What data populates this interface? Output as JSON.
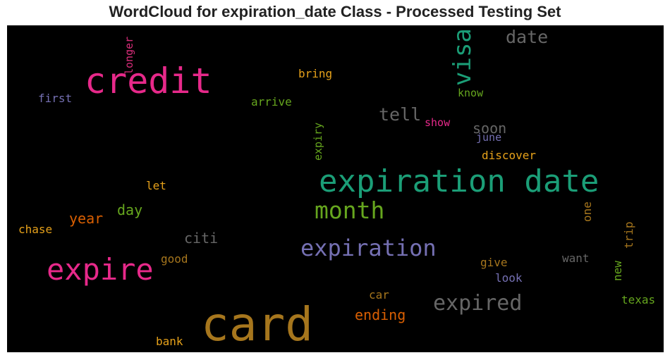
{
  "title": "WordCloud for expiration_date Class - Processed Testing Set",
  "background": "#000000",
  "palette": {
    "pink": "#e7298a",
    "magenta": "#d92d7a",
    "teal": "#1b9e77",
    "gold": "#a6761d",
    "orange": "#d95f02",
    "amber": "#e6a11a",
    "green": "#66a61e",
    "purple": "#7570b3",
    "gray": "#666666"
  },
  "words": {
    "card": "card",
    "expiration_date": "expiration date",
    "credit": "credit",
    "expire": "expire",
    "expiration": "expiration",
    "month": "month",
    "visa": "visa",
    "expired": "expired",
    "date": "date",
    "tell": "tell",
    "citi": "citi",
    "year": "year",
    "day": "day",
    "ending": "ending",
    "soon": "soon",
    "bring": "bring",
    "arrive": "arrive",
    "first": "first",
    "longer": "longer",
    "know": "know",
    "show": "show",
    "expiry": "expiry",
    "june": "june",
    "discover": "discover",
    "let": "let",
    "chase": "chase",
    "good": "good",
    "one": "one",
    "trip": "trip",
    "give": "give",
    "want": "want",
    "look": "look",
    "new": "new",
    "car": "car",
    "texas": "texas",
    "bank": "bank"
  }
}
